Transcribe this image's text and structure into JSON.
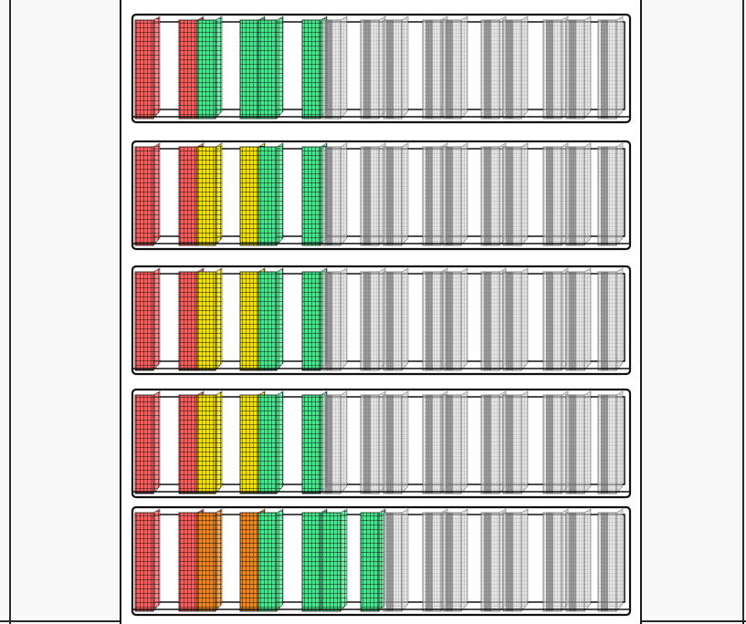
{
  "colors": {
    "failed": "#f06262",
    "healthy": "#4fe38f",
    "warning": "#f2e20a",
    "degraded": "#e88826",
    "idle": "#5a5a5a",
    "frame": "#111111",
    "grid": "#111111"
  },
  "shelves": [
    {
      "id": "shelf-1",
      "columns": [
        "failed",
        "failed",
        "healthy",
        "healthy",
        "healthy",
        "healthy",
        "idle",
        "idle",
        "idle",
        "idle",
        "idle",
        "idle",
        "idle",
        "idle",
        "idle",
        "idle"
      ]
    },
    {
      "id": "shelf-2",
      "columns": [
        "failed",
        "failed",
        "warning",
        "warning",
        "healthy",
        "healthy",
        "idle",
        "idle",
        "idle",
        "idle",
        "idle",
        "idle",
        "idle",
        "idle",
        "idle",
        "idle"
      ]
    },
    {
      "id": "shelf-3",
      "columns": [
        "failed",
        "failed",
        "warning",
        "warning",
        "healthy",
        "healthy",
        "idle",
        "idle",
        "idle",
        "idle",
        "idle",
        "idle",
        "idle",
        "idle",
        "idle",
        "idle"
      ]
    },
    {
      "id": "shelf-4",
      "columns": [
        "failed",
        "failed",
        "warning",
        "warning",
        "healthy",
        "healthy",
        "idle",
        "idle",
        "idle",
        "idle",
        "idle",
        "idle",
        "idle",
        "idle",
        "idle",
        "idle"
      ]
    },
    {
      "id": "shelf-5",
      "columns": [
        "failed",
        "failed",
        "degraded",
        "degraded",
        "healthy",
        "healthy",
        "healthy",
        "healthy",
        "idle",
        "idle",
        "idle",
        "idle",
        "idle",
        "idle",
        "idle",
        "idle"
      ]
    }
  ]
}
